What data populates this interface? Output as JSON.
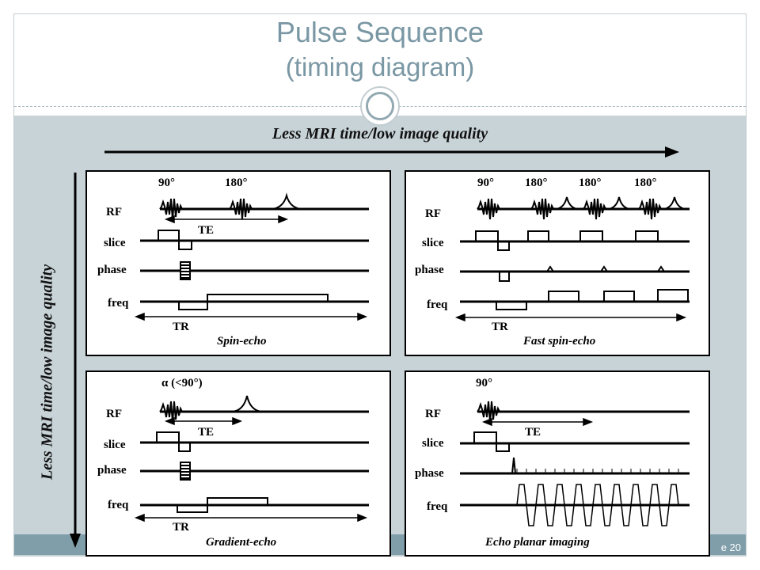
{
  "title": "Pulse Sequence",
  "subtitle": "(timing diagram)",
  "page_number": "e 20",
  "horizontal_heading": "Less MRI time/low image quality",
  "vertical_heading": "Less MRI time/low image quality",
  "panels": {
    "spin_echo": {
      "rows": [
        "RF",
        "slice",
        "phase",
        "freq"
      ],
      "pulse_90": "90°",
      "pulse_180": "180°",
      "te": "TE",
      "tr": "TR",
      "caption": "Spin-echo"
    },
    "fast_spin_echo": {
      "rows": [
        "RF",
        "slice",
        "phase",
        "freq"
      ],
      "pulse_90": "90°",
      "pulse_180": [
        "180°",
        "180°",
        "180°"
      ],
      "tr": "TR",
      "caption": "Fast spin-echo"
    },
    "gradient_echo": {
      "rows": [
        "RF",
        "slice",
        "phase",
        "freq"
      ],
      "pulse_alpha": "α (<90°)",
      "te": "TE",
      "tr": "TR",
      "caption": "Gradient-echo"
    },
    "epi": {
      "rows": [
        "RF",
        "slice",
        "phase",
        "freq"
      ],
      "pulse_90": "90°",
      "te": "TE",
      "caption": "Echo planar imaging"
    }
  },
  "colors": {
    "title": "#7a97a4",
    "background_band": "#c8d3d8",
    "footer_bar": "#7f9ea9",
    "ink": "#000000"
  }
}
